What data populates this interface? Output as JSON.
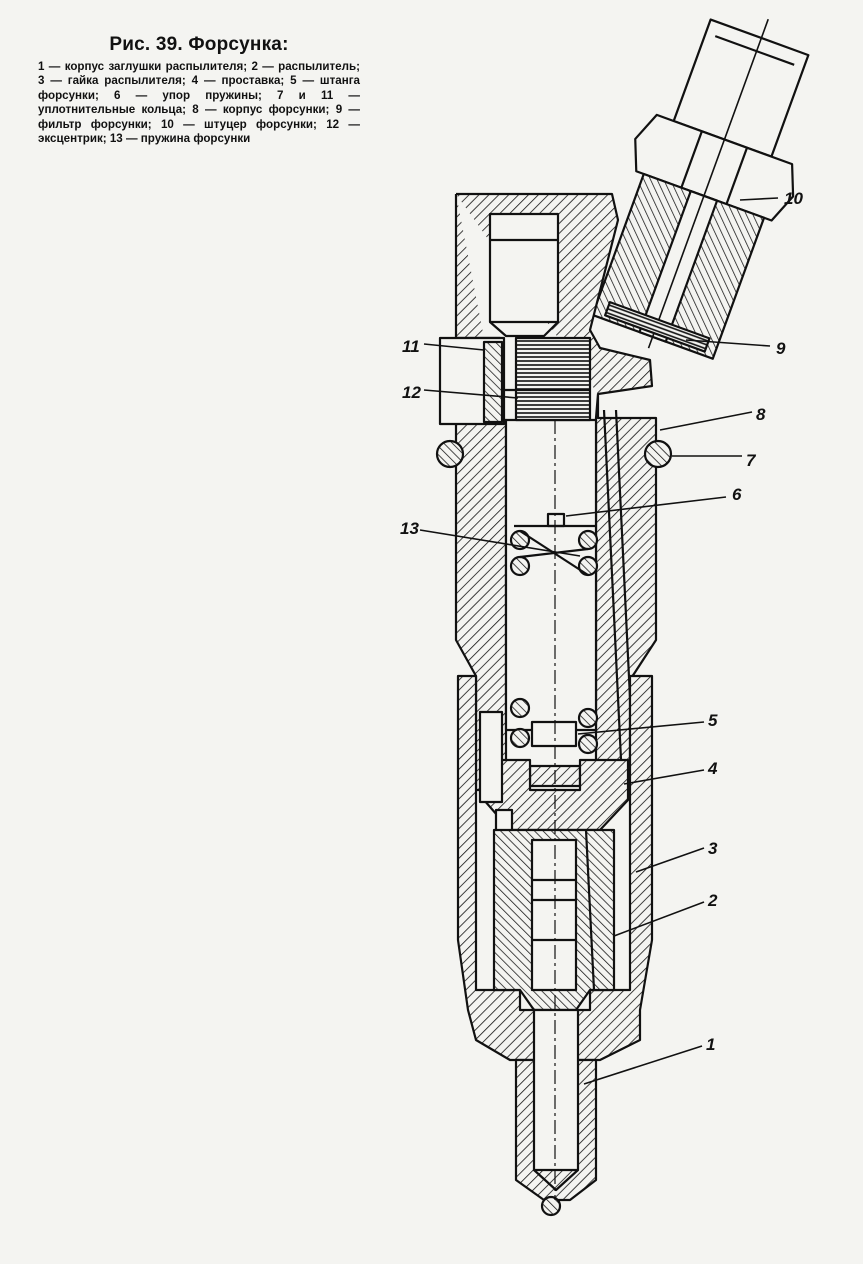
{
  "caption": {
    "title": "Рис. 39. Форсунка:",
    "items": [
      "1 — корпус заглушки распылителя;",
      "2 — распылитель;",
      "3 — гайка распылителя;",
      "4 — проставка;",
      "5 — штанга форсунки;",
      "6 — упор пружины;",
      "7 и 11 — уплотнительные кольца;",
      "8 — корпус форсунки;",
      "9 — фильтр форсунки;",
      "10 — штуцер форсунки;",
      "12 — эксцентрик;",
      "13 — пружина форсунки"
    ]
  },
  "labels": {
    "l1": "1",
    "l2": "2",
    "l3": "3",
    "l4": "4",
    "l5": "5",
    "l6": "6",
    "l7": "7",
    "l8": "8",
    "l9": "9",
    "l10": "10",
    "l11": "11",
    "l12": "12",
    "l13": "13"
  },
  "colors": {
    "ink": "#111111",
    "paper": "#f4f4f1"
  }
}
